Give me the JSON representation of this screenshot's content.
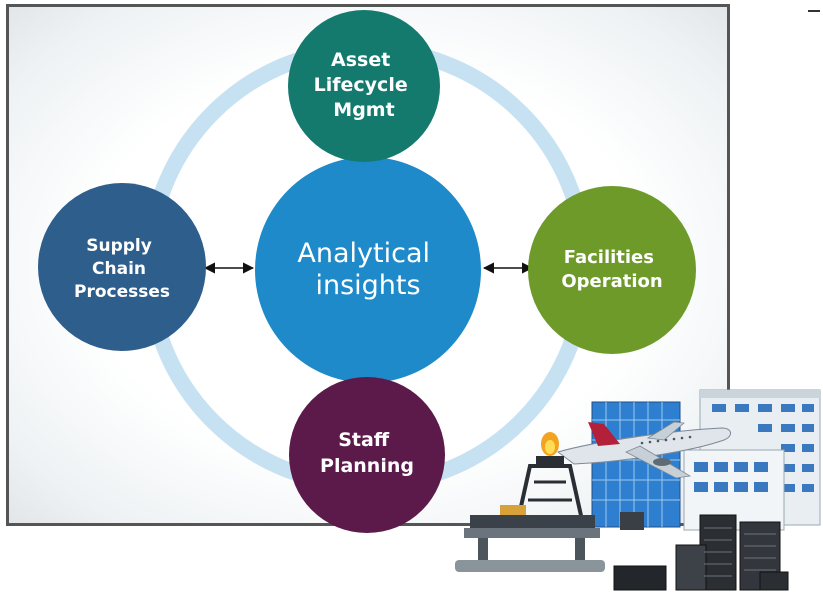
{
  "center": {
    "lines": [
      "Analytical",
      "insights"
    ],
    "color": "#1e8ac9"
  },
  "nodes": [
    {
      "id": "asset",
      "lines": [
        "Asset",
        "Lifecycle",
        "Mgmt"
      ],
      "color": "#157a6e"
    },
    {
      "id": "facilities",
      "lines": [
        "Facilities",
        "Operation"
      ],
      "color": "#6e9a2a"
    },
    {
      "id": "staff",
      "lines": [
        "Staff",
        "Planning"
      ],
      "color": "#5c1a4a"
    },
    {
      "id": "supply",
      "lines": [
        "Supply",
        "Chain",
        "Processes"
      ],
      "color": "#2e5e8c"
    }
  ],
  "ring_color": "#c6e2f2",
  "illustration": [
    "oil-rig",
    "airplane",
    "office-buildings",
    "server-racks"
  ]
}
